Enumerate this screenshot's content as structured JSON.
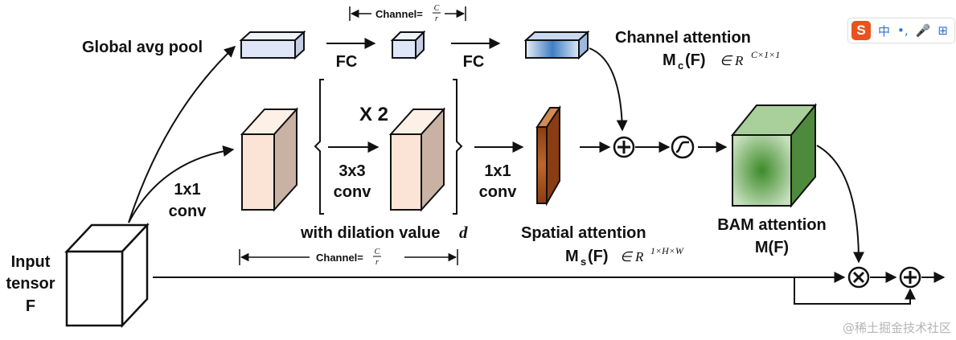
{
  "labels": {
    "global_avg_pool": "Global avg pool",
    "fc": "FC",
    "channel_top": "Channel=",
    "channel_bottom": "Channel=",
    "frac_num": "C",
    "frac_den": "r",
    "channel_attention": "Channel attention",
    "mc": "M",
    "mc_sub": "c",
    "mc_f": "(F)",
    "mc_dim": "∈ R",
    "mc_sup": "C×1×1",
    "x2": "X 2",
    "conv1x1": "1x1",
    "conv_word": "conv",
    "conv3x3": "3x3",
    "dilation": "with dilation value",
    "dilation_d": "d",
    "spatial_attention": "Spatial attention",
    "ms": "M",
    "ms_sub": "s",
    "ms_f": "(F)",
    "ms_dim": "∈ R",
    "ms_sup": "1×H×W",
    "bam_attention": "BAM attention",
    "mf": "M(F)",
    "input_line1": "Input",
    "input_line2": "tensor",
    "input_line3": "F",
    "plus": "+",
    "times": "×"
  },
  "ime": {
    "logo": "S",
    "lang": "中",
    "punct": "•,",
    "mic": "🎤",
    "grid": "⊞"
  },
  "watermark": "@稀土掘金技术社区",
  "colors": {
    "pool_block": "#dfe6f7",
    "channel_att": "#4a86c8",
    "conv_block": "#fbe4d6",
    "spatial": "#b0561a",
    "bam": "#3f8a2e",
    "ime_accent": "#e8531f"
  }
}
